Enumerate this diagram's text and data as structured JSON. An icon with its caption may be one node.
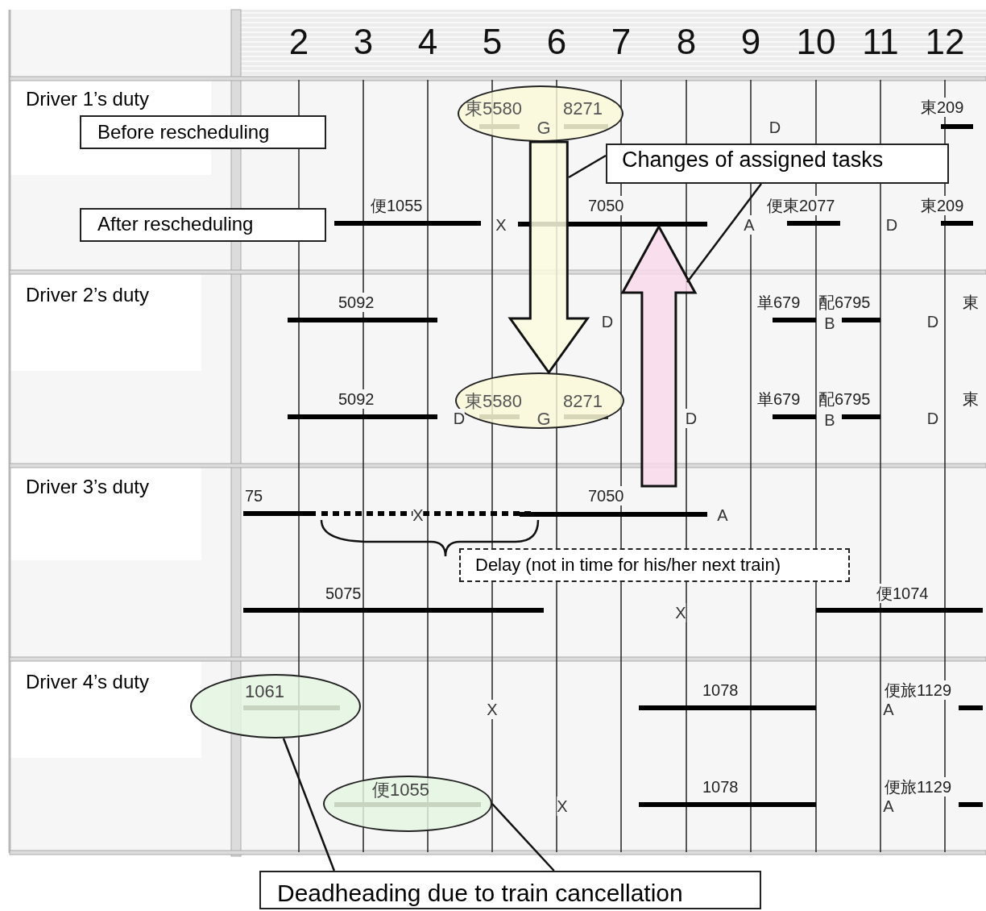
{
  "diagram": {
    "nodes": [
      {
        "text": [
          "東5580",
          "G",
          "8271"
        ]
      },
      {
        "text": [
          "Before rescheduling"
        ]
      },
      {
        "text": [
          "Changes of assigned tasks"
        ]
      },
      {
        "text": [
          "After rescheduling"
        ]
      },
      {
        "text": [
          "7050"
        ]
      },
      {
        "text": [
          "東5580",
          "G",
          "8271"
        ]
      },
      {
        "text": [
          "7050"
        ]
      },
      {
        "text": [
          "Delay (not in time for his/her next train)"
        ]
      },
      {
        "text": [
          "1061"
        ]
      },
      {
        "text": [
          "便1055"
        ]
      },
      {
        "text": [
          "Deadheading due to train cancellation"
        ]
      }
    ],
    "edges": [
      {
        "from": 0,
        "to": 5,
        "arrow": "to",
        "style": "thick",
        "color": "#fbfbe0"
      },
      {
        "from": 6,
        "to": 4,
        "arrow": "to",
        "style": "thick",
        "color": "#f9d9ec"
      },
      {
        "from": 2,
        "to": null,
        "arrow": "none"
      },
      {
        "from": 2,
        "to": null,
        "arrow": "none"
      },
      {
        "from": 10,
        "to": 8,
        "arrow": "none"
      },
      {
        "from": 10,
        "to": 9,
        "arrow": "none"
      }
    ],
    "labels": [
      "2",
      "3",
      "4",
      "5",
      "6",
      "7",
      "8",
      "9",
      "10",
      "11",
      "12",
      "Driver 1’s duty",
      "D",
      "東209",
      "便1055",
      "X",
      "A",
      "便東2077",
      "D",
      "東209",
      "Driver 2’s duty",
      "5092",
      "D",
      "単679",
      "配6795",
      "B",
      "D",
      "東",
      "5092",
      "D",
      "D",
      "単679",
      "配6795",
      "B",
      "D",
      "東",
      "Driver 3’s duty",
      "75",
      "X",
      "A",
      "5075",
      "X",
      "便1074",
      "Driver 4’s duty",
      "X",
      "1078",
      "便旅1129",
      "A",
      "X",
      "1078",
      "便旅1129",
      "A"
    ]
  }
}
